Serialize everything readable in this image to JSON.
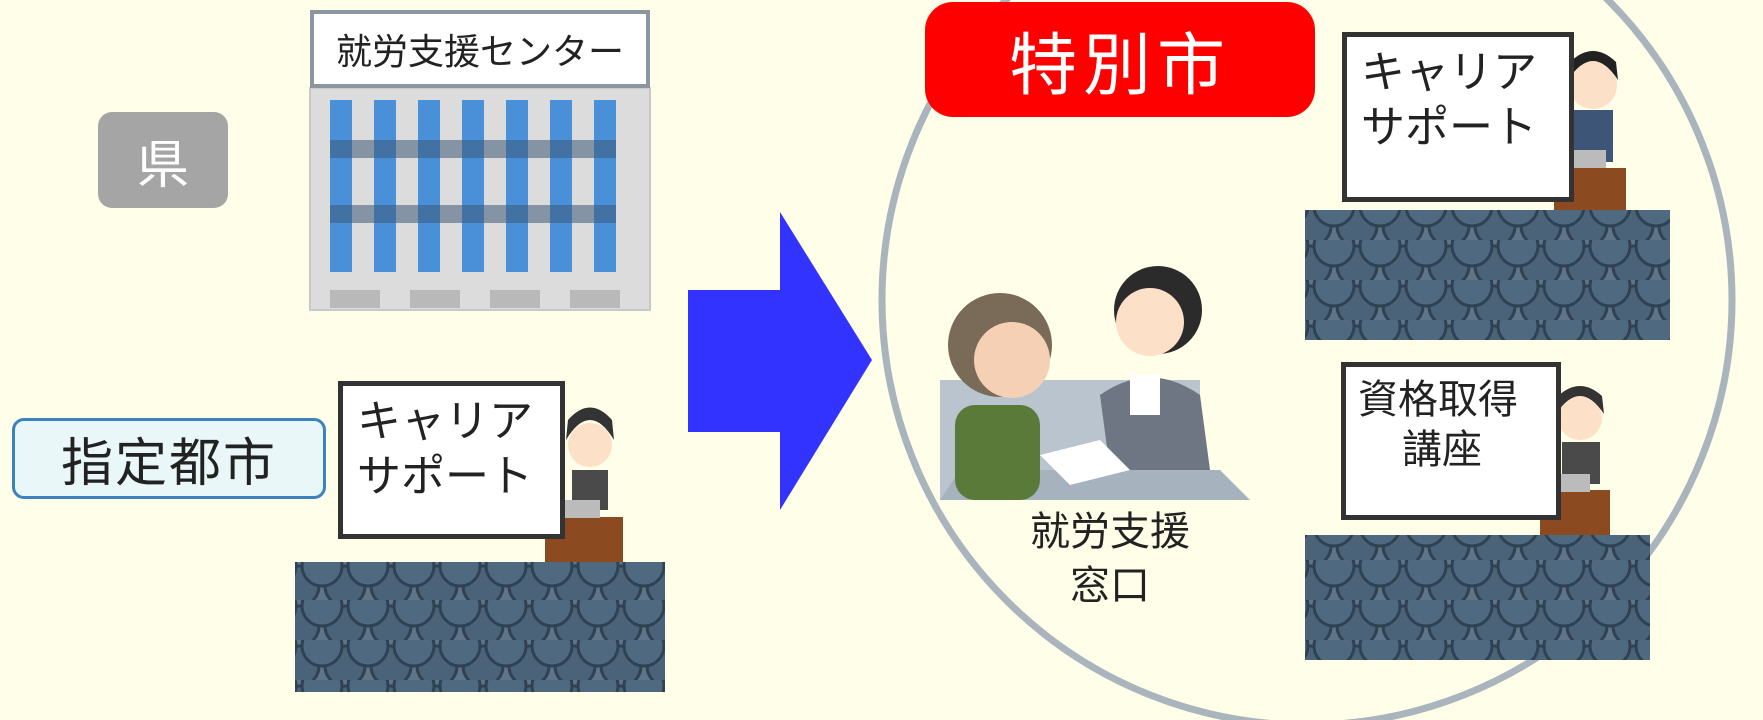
{
  "labels": {
    "prefecture": "県",
    "designated_city": "指定都市",
    "special_city": "特別市"
  },
  "employment_center": {
    "sign": "就労支援センター"
  },
  "designated_city_lecture": {
    "board_line1": "キャリア",
    "board_line2": "サポート"
  },
  "special_city_services": {
    "counter_line1": "就労支援",
    "counter_line2": "窓口",
    "career_board_line1": "キャリア",
    "career_board_line2": "サポート",
    "qualification_line1": "資格取得",
    "qualification_line2": "講座"
  },
  "colors": {
    "background": "#fffee9",
    "arrow": "#3333ff",
    "special_city_badge": "#ff0000",
    "prefecture_badge": "#a5a5a5",
    "designated_city_border": "#3b83bf",
    "circle_stroke": "#a9b4bd",
    "audience": "#4a6378"
  },
  "icons": [
    "office-building-icon",
    "arrow-right-icon",
    "consultation-icon",
    "presenter-icon",
    "audience-icon"
  ]
}
